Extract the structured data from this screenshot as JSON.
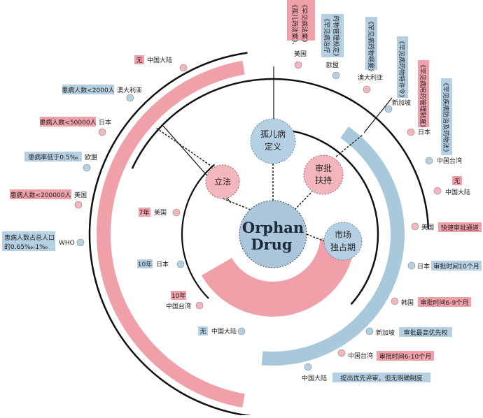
{
  "center": {
    "line1": "Orphan",
    "line2": "Drug"
  },
  "categories": {
    "definition": {
      "line1": "孤儿病",
      "line2": "定义"
    },
    "legislation": {
      "label": "立法"
    },
    "approval": {
      "line1": "审批",
      "line2": "扶持"
    },
    "exclusivity": {
      "line1": "市场",
      "line2": "独占期"
    }
  },
  "definitions": [
    {
      "region": "中国大陆",
      "value": "无"
    },
    {
      "region": "澳大利亚",
      "value": "患病人数<2000人"
    },
    {
      "region": "日本",
      "value": "患病人数<50000人"
    },
    {
      "region": "欧盟",
      "value": "患病率低于0.5‰"
    },
    {
      "region": "美国",
      "value": "患病人数<200000人"
    },
    {
      "region": "WHO",
      "value": "患病人数占总人口的0.65‰-1‰",
      "value_line1": "患病人数占总人口",
      "value_line2": "的0.65‰-1‰"
    }
  ],
  "legislation": [
    {
      "region": "美国",
      "law": "《孤儿药法案》、《罕见病法案》",
      "law_line1": "《孤儿药法案》、",
      "law_line2": "《罕见病法案》"
    },
    {
      "region": "欧盟",
      "law": "《罕见病治疗药物管理规定》",
      "law_line1": "《罕见病治疗",
      "law_line2": "药物管理规定》"
    },
    {
      "region": "澳大利亚",
      "law": "《罕见病药物纲要》"
    },
    {
      "region": "新加坡",
      "law": "《罕见病药物特许令》"
    },
    {
      "region": "日本",
      "law": "《罕见病用药管理制度》"
    },
    {
      "region": "中国台湾",
      "law": "《罕见疾病防治及药物法》"
    },
    {
      "region": "中国大陆",
      "law": "无"
    }
  ],
  "exclusivity": [
    {
      "region": "美国",
      "value": "7年"
    },
    {
      "region": "日本",
      "value": "10年"
    },
    {
      "region": "中国台湾",
      "value": "10年"
    },
    {
      "region": "中国大陆",
      "value": "无"
    }
  ],
  "approval": [
    {
      "region": "美国",
      "value": "快速审批通道"
    },
    {
      "region": "日本",
      "value": "审批时间10个月"
    },
    {
      "region": "韩国",
      "value": "审批时间6-9个月"
    },
    {
      "region": "新加坡",
      "value": "审批最高优先权"
    },
    {
      "region": "中国台湾",
      "value": "审批时间6-10个月"
    },
    {
      "region": "中国大陆",
      "value": "提出优先评审，但无明确制度"
    }
  ],
  "colors": {
    "pink": "#f0a0a8",
    "pink_bubble": "#f3b6bc",
    "blue": "#a8c8dc",
    "blue_bubble": "#b5d0e2",
    "center": "#a9c6db",
    "line": "#111111"
  }
}
